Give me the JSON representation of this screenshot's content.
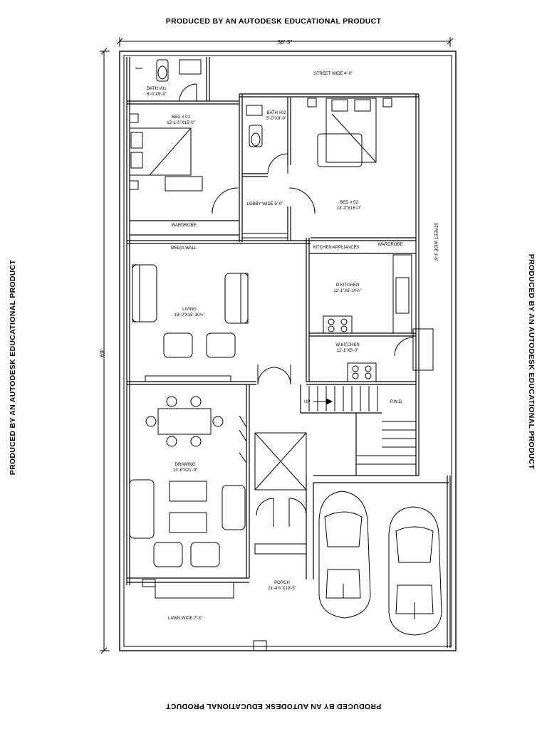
{
  "watermark": "PRODUCED BY AN AUTODESK EDUCATIONAL PRODUCT",
  "dimensions": {
    "width": "36'-3\"",
    "height": "69'"
  },
  "rooms": {
    "bath1": {
      "name": "BATH #01",
      "size": "8'-0\"X5'-0\""
    },
    "bath2": {
      "name": "BATH #02",
      "size": "5'-0\"X9'-0\""
    },
    "bed1": {
      "name": "BED # 01",
      "size": "12'-1½\"X15'-0\""
    },
    "bed2": {
      "name": "BED # 02",
      "size": "13'-0\"X16'-0\""
    },
    "lobby": {
      "name": "LOBBY WIDE 5'-0\""
    },
    "living": {
      "name": "LIVING",
      "size": "19'-0\"X15'-10½\""
    },
    "dkitchen": {
      "name": "D.KITCHEN",
      "size": "11'-1\"X8'-10½\""
    },
    "wkitchen": {
      "name": "W.KITCHEN",
      "size": "11'-1\"X5'-0\""
    },
    "drawing": {
      "name": "DRAWING",
      "size": "13'-8\"X21'-9\""
    },
    "porch": {
      "name": "PORCH",
      "size": "21'-4½\"X19'-5\""
    },
    "pwd": {
      "name": "P.W.D"
    }
  },
  "labels": {
    "street_top": "STREET WIDE 4'-0\"",
    "street_right": "STREET WIDE 3'-6\"",
    "lawn": "LAWN WIDE 7'-3\"",
    "wardrobe1": "WARDROBE",
    "wardrobe2": "WARDROBE",
    "media_wall": "MEDIA WALL",
    "kitchen_appliances": "KITCHEN APPLIANCES",
    "up": "UP"
  }
}
